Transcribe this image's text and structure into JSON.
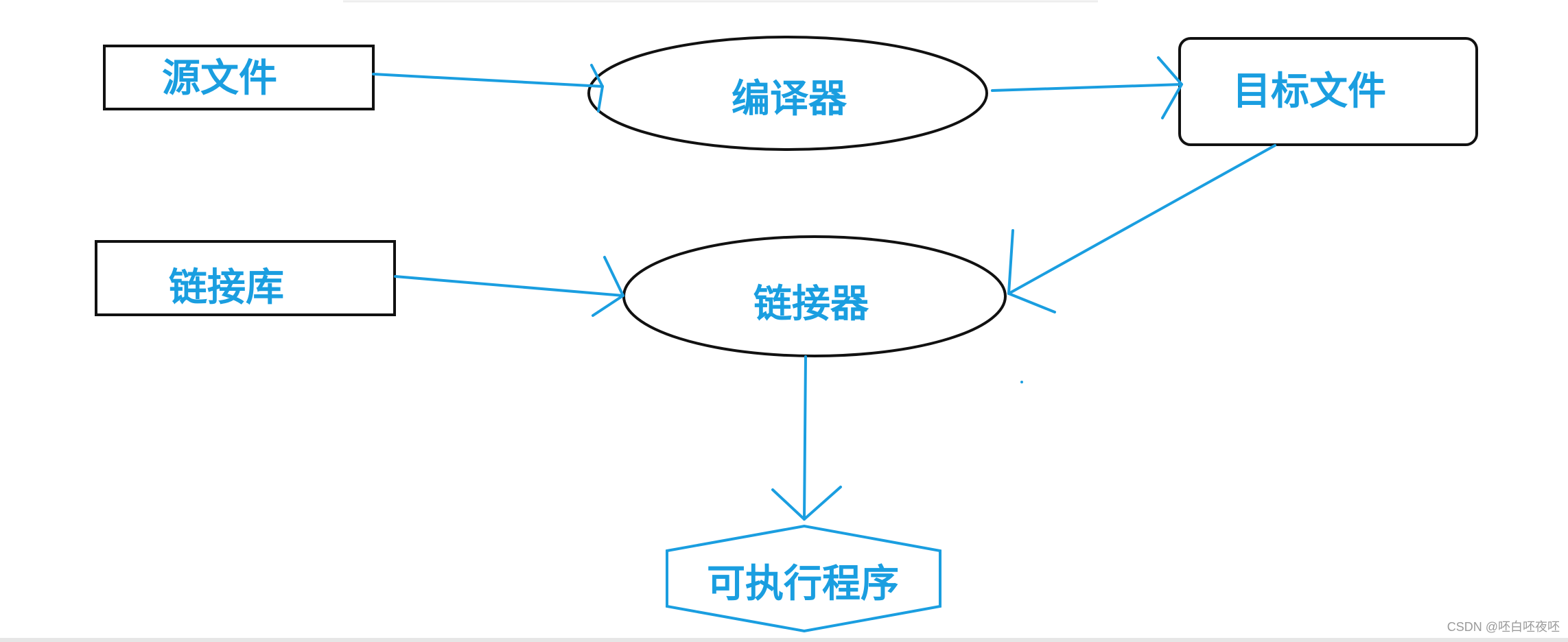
{
  "nodes": {
    "source_file": "源文件",
    "compiler": "编译器",
    "object_file": "目标文件",
    "link_library": "链接库",
    "linker": "链接器",
    "executable": "可执行程序"
  },
  "watermark": "CSDN @呸白呸夜呸",
  "colors": {
    "accent": "#1a9ee0",
    "outline": "#111111"
  }
}
